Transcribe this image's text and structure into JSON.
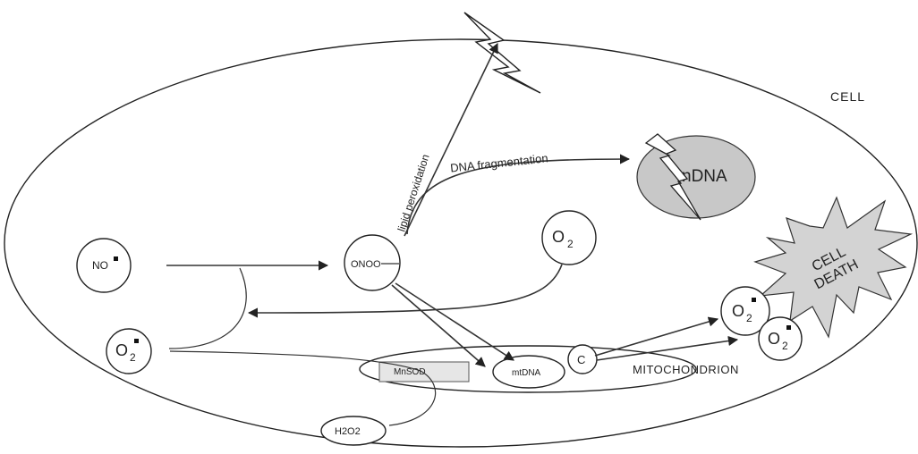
{
  "labels": {
    "cell": "CELL",
    "lipid_peroxidation": "lipid peroxidation",
    "dna_fragmentation": "DNA fragmentation",
    "ndna": "nDNA",
    "cell_death_line1": "CELL",
    "cell_death_line2": "DEATH",
    "no": "NO",
    "onoo": "ONOO",
    "o2": "O",
    "o2_sub": "2",
    "superoxide_left": "O",
    "superoxide_left_sub": "2",
    "mnsod": "MnSOD",
    "mtdna": "mtDNA",
    "c": "C",
    "mitochondrion": "MITOCHONDRION",
    "h2o2": "H2O2",
    "superoxide_right1": "O",
    "superoxide_right1_sub": "2",
    "superoxide_right2": "O",
    "superoxide_right2_sub": "2"
  },
  "colors": {
    "ink": "#222222",
    "nucleus_fill": "#c8c8c8",
    "cell_death_fill": "#d3d3d3",
    "mnsod_fill": "#e6e6e6"
  }
}
